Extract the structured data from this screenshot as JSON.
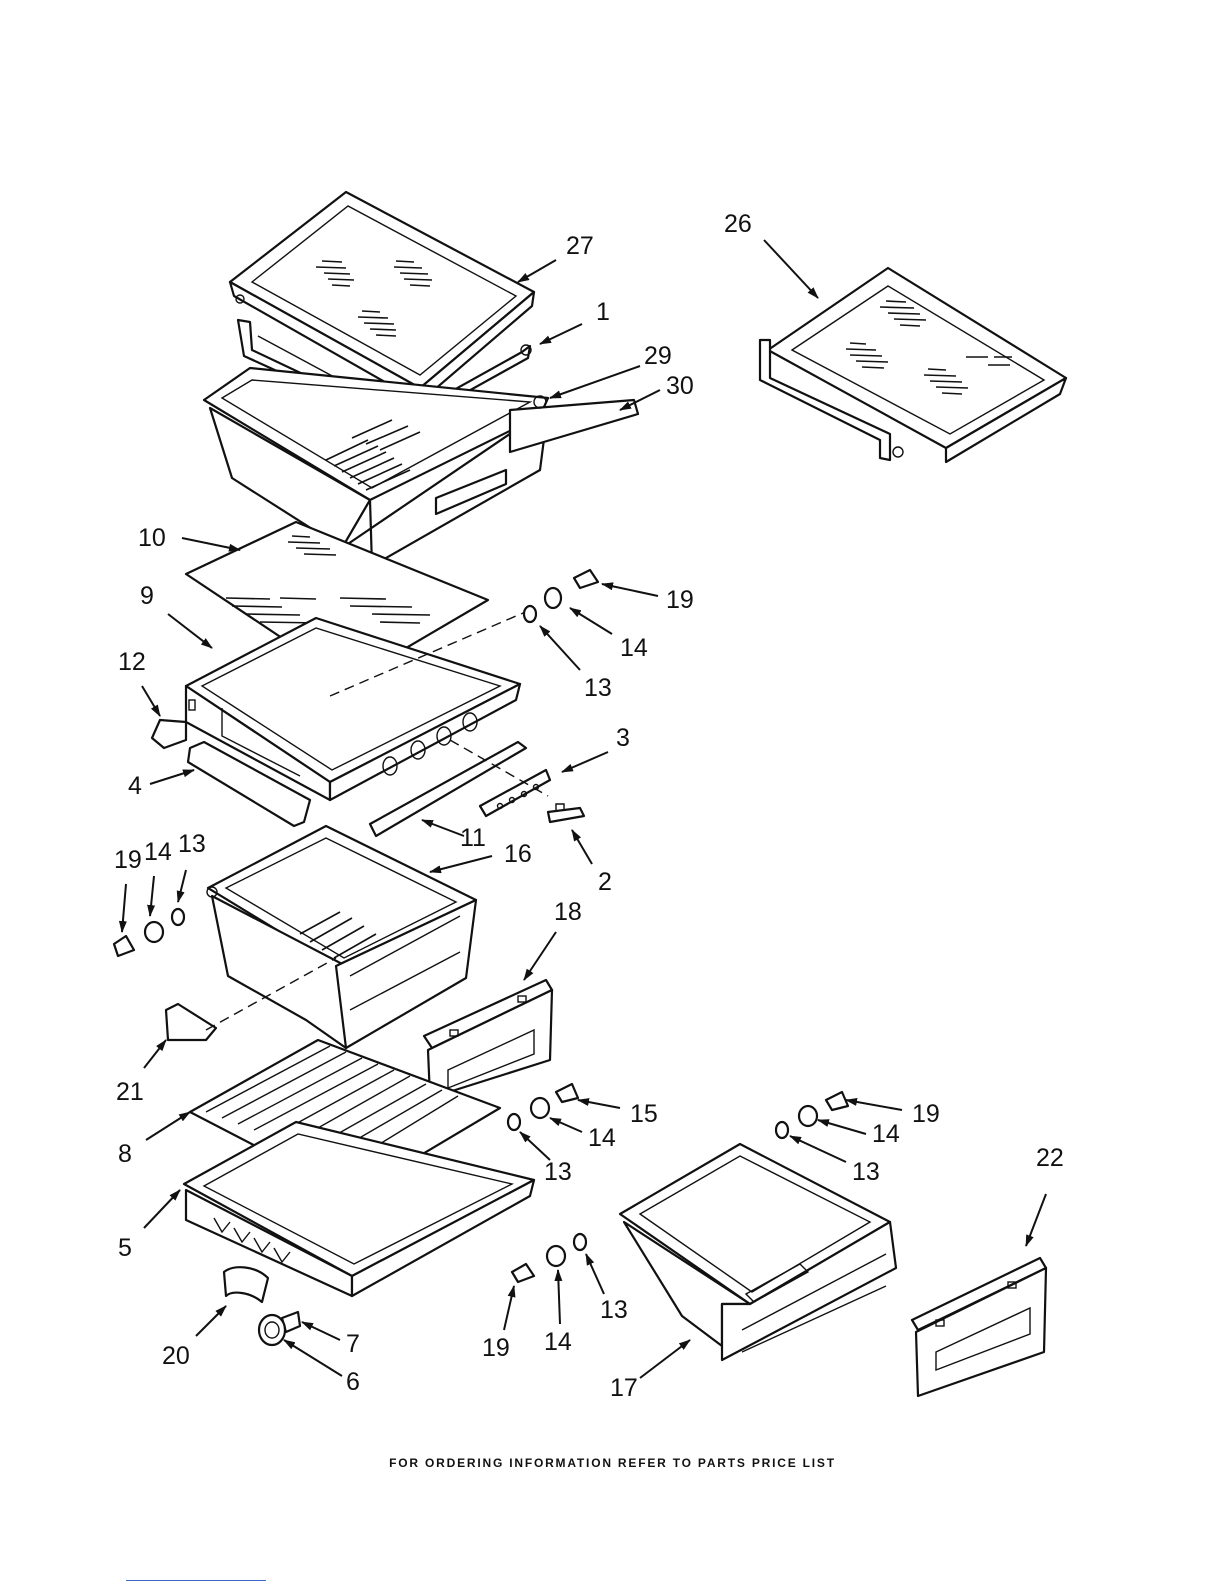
{
  "callouts": [
    {
      "id": "27",
      "text": "27"
    },
    {
      "id": "1",
      "text": "1"
    },
    {
      "id": "29",
      "text": "29"
    },
    {
      "id": "30",
      "text": "30"
    },
    {
      "id": "26",
      "text": "26"
    },
    {
      "id": "10",
      "text": "10"
    },
    {
      "id": "9",
      "text": "9"
    },
    {
      "id": "19a",
      "text": "19"
    },
    {
      "id": "14a",
      "text": "14"
    },
    {
      "id": "13a",
      "text": "13"
    },
    {
      "id": "12",
      "text": "12"
    },
    {
      "id": "3",
      "text": "3"
    },
    {
      "id": "4",
      "text": "4"
    },
    {
      "id": "11",
      "text": "11"
    },
    {
      "id": "2",
      "text": "2"
    },
    {
      "id": "16",
      "text": "16"
    },
    {
      "id": "19b",
      "text": "19"
    },
    {
      "id": "14b",
      "text": "14"
    },
    {
      "id": "13b",
      "text": "13"
    },
    {
      "id": "18",
      "text": "18"
    },
    {
      "id": "21",
      "text": "21"
    },
    {
      "id": "15",
      "text": "15"
    },
    {
      "id": "14c",
      "text": "14"
    },
    {
      "id": "13c",
      "text": "13"
    },
    {
      "id": "8",
      "text": "8"
    },
    {
      "id": "19c",
      "text": "19"
    },
    {
      "id": "14d",
      "text": "14"
    },
    {
      "id": "13d",
      "text": "13"
    },
    {
      "id": "22",
      "text": "22"
    },
    {
      "id": "5",
      "text": "5"
    },
    {
      "id": "19d",
      "text": "19"
    },
    {
      "id": "14e",
      "text": "14"
    },
    {
      "id": "13e",
      "text": "13"
    },
    {
      "id": "20",
      "text": "20"
    },
    {
      "id": "7",
      "text": "7"
    },
    {
      "id": "6",
      "text": "6"
    },
    {
      "id": "17",
      "text": "17"
    }
  ],
  "footer": {
    "text": "FOR ORDERING INFORMATION REFER TO PARTS PRICE LIST"
  }
}
